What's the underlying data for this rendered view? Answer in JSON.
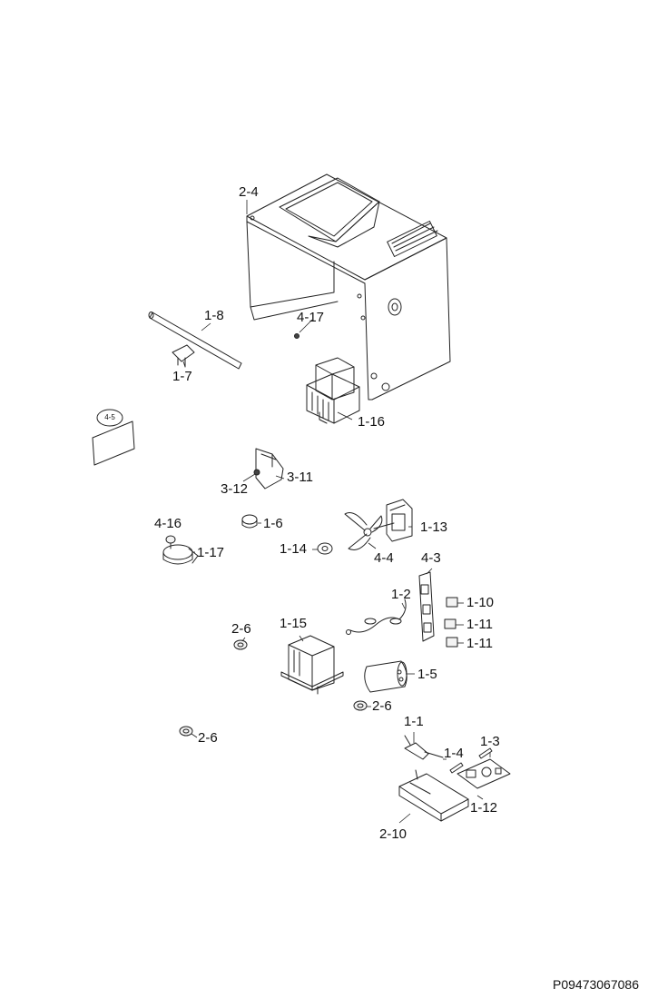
{
  "labels": {
    "c2_4": "2-4",
    "c1_8": "1-8",
    "c4_17": "4-17",
    "c1_7": "1-7",
    "c1_16": "1-16",
    "c4_5": "4-5",
    "c3_11": "3-11",
    "c3_12": "3-12",
    "c4_16": "4-16",
    "c1_6": "1-6",
    "c1_17": "1-17",
    "c1_14": "1-14",
    "c1_13": "1-13",
    "c4_4": "4-4",
    "c4_3": "4-3",
    "c1_2": "1-2",
    "c1_10": "1-10",
    "c1_11a": "1-11",
    "c1_11b": "1-11",
    "c2_6a": "2-6",
    "c1_15": "1-15",
    "c1_5": "1-5",
    "c2_6b": "2-6",
    "c2_6c": "2-6",
    "c1_1": "1-1",
    "c1_4": "1-4",
    "c1_3": "1-3",
    "c1_12": "1-12",
    "c2_10": "2-10"
  },
  "document_number": "P09473067086"
}
